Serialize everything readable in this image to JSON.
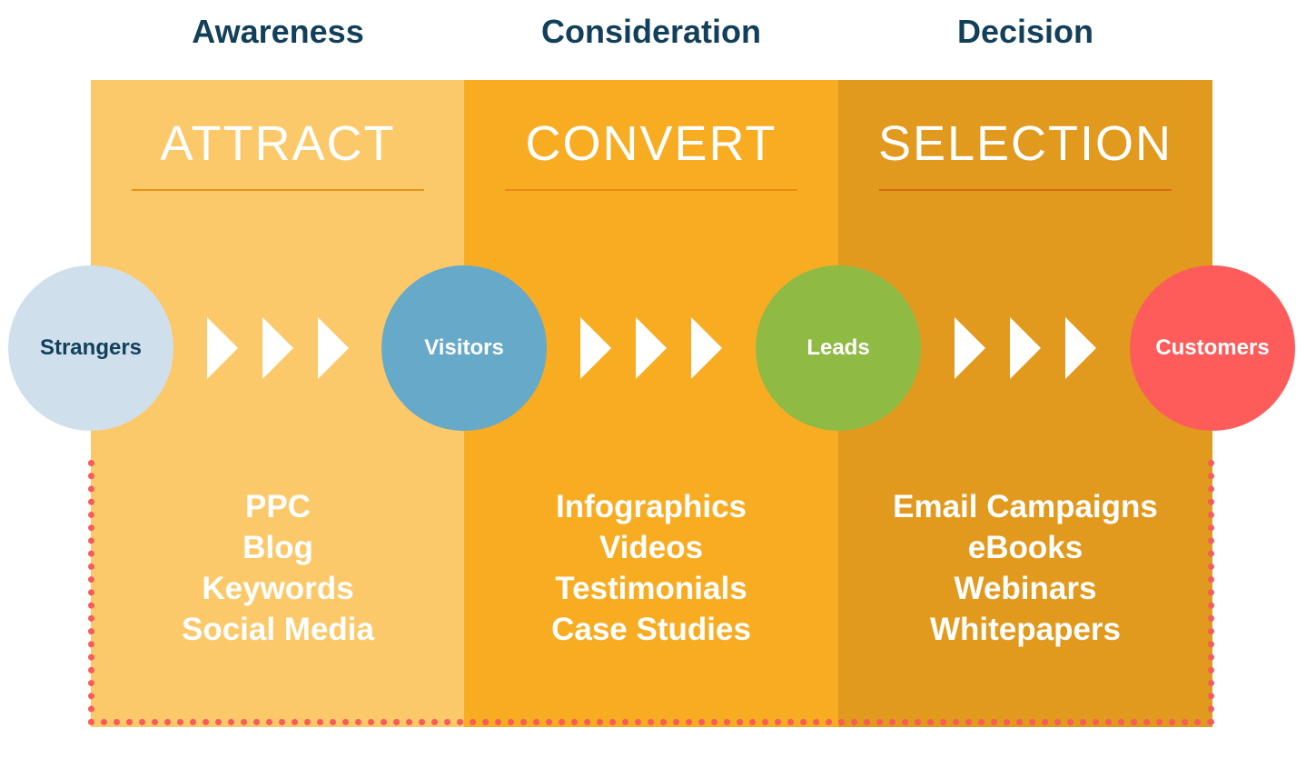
{
  "stages": [
    {
      "heading": "Awareness",
      "title": "ATTRACT",
      "color": "#fcc96a",
      "rule_color": "#e8941a",
      "tactics": [
        "PPC",
        "Blog",
        "Keywords",
        "Social Media"
      ]
    },
    {
      "heading": "Consideration",
      "title": "CONVERT",
      "color": "#f8ac22",
      "rule_color": "#e88a14",
      "tactics": [
        "Infographics",
        "Videos",
        "Testimonials",
        "Case Studies"
      ]
    },
    {
      "heading": "Decision",
      "title": "SELECTION",
      "color": "#e19a1d",
      "rule_color": "#d46b14",
      "tactics": [
        "Email Campaigns",
        "eBooks",
        "Webinars",
        "Whitepapers"
      ]
    }
  ],
  "nodes": [
    {
      "label": "Strangers",
      "color": "#cfe0ec",
      "text_color": "#12405a"
    },
    {
      "label": "Visitors",
      "color": "#67a9c9",
      "text_color": "#ffffff"
    },
    {
      "label": "Leads",
      "color": "#8fbb45",
      "text_color": "#ffffff"
    },
    {
      "label": "Customers",
      "color": "#fd5c5b",
      "text_color": "#ffffff"
    }
  ],
  "arrow_icon": "chevron-right-triangle-icon",
  "frame_color": "#f75b5b"
}
